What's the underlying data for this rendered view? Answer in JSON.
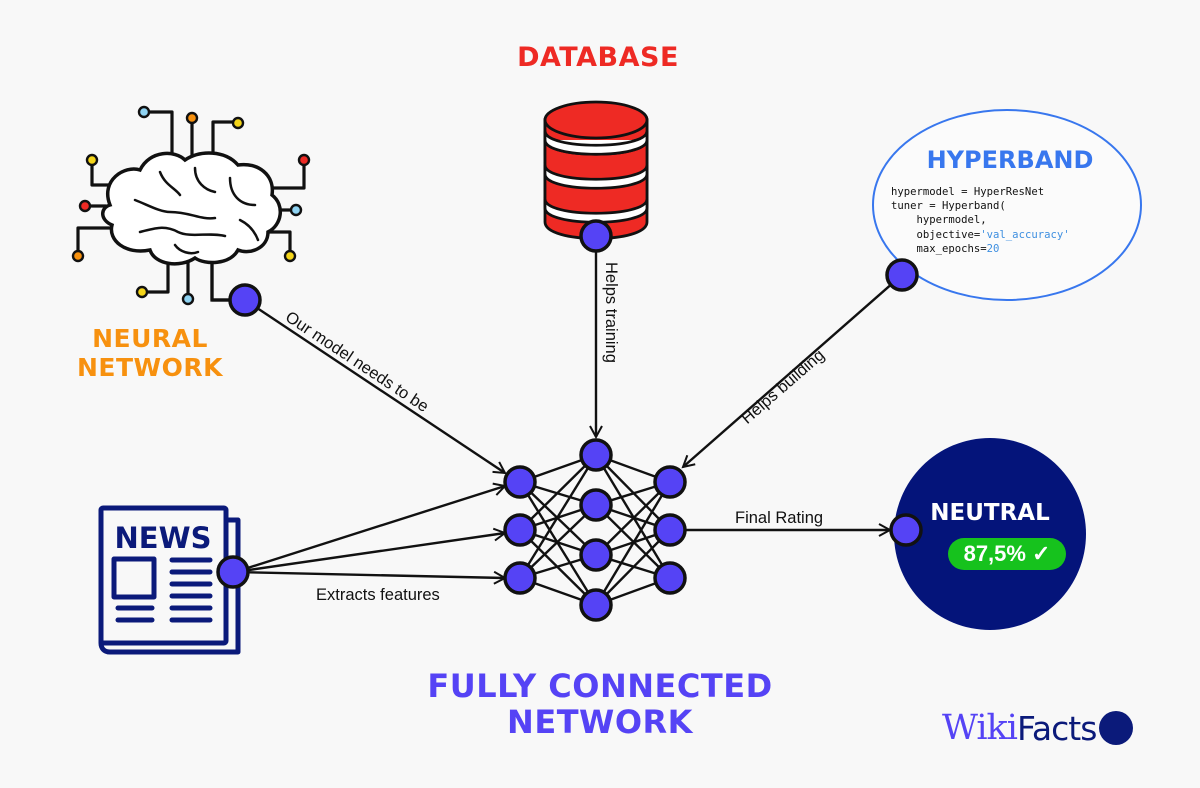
{
  "colors": {
    "background": "#f8f8f8",
    "node_fill": "#5543f5",
    "database_red": "#ee2a24",
    "neural_orange": "#f7910f",
    "hyperband_blue": "#3877ee",
    "news_navy": "#0b1a7a",
    "result_navy": "#04147a",
    "badge_green": "#16c21d"
  },
  "titles": {
    "database": "DATABASE",
    "neural_network": [
      "NEURAL",
      "NETWORK"
    ],
    "fully_connected": [
      "FULLY CONNECTED",
      "NETWORK"
    ],
    "hyperband": "HYPERBAND"
  },
  "hyperband_code": {
    "line1": "hypermodel = HyperResNet",
    "line2": "tuner = Hyperband(",
    "line3": "    hypermodel,",
    "line4_prefix": "    objective=",
    "line4_value": "'val_accuracy'",
    "line5_prefix": "    max_epochs=",
    "line5_value": "20"
  },
  "edges": {
    "neural_to_network": "Our model needs to be",
    "database_to_network": "Helps training",
    "hyperband_to_network": "Helps building",
    "news_to_network": "Extracts features",
    "network_to_result": "Final Rating"
  },
  "news_icon_label": "NEWS",
  "result": {
    "label": "NEUTRAL",
    "score": "87,5%",
    "check_icon": "✓"
  },
  "logo": {
    "part1": "Wiki",
    "part2": "Facts"
  }
}
